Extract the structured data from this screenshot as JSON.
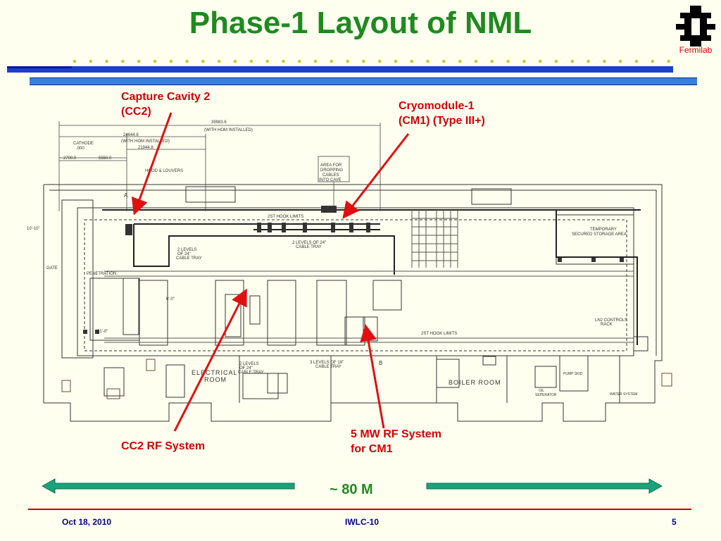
{
  "title": "Phase-1 Layout of NML",
  "logo": {
    "text": "Fermilab",
    "icon": "fermilab-logo-icon"
  },
  "labels": {
    "cc2": [
      "Capture Cavity 2",
      "(CC2)"
    ],
    "cm1": [
      "Cryomodule-1",
      "(CM1) (Type III+)"
    ],
    "cc2_rf": "CC2 RF System",
    "rf5": [
      "5 MW RF System",
      "for CM1"
    ]
  },
  "scale": "~ 80 M",
  "drawing_text": {
    "dim1": "39983.6",
    "dim1b": "(WITH HOM INSTALLED)",
    "dim2": "24644.8",
    "dim2b": "(WITH HOM INSTALLED)",
    "dim3": "21944.8",
    "cathode": "CATHODE",
    "cathode_val": ".000",
    "dim4": "2700.0",
    "dim5": "5550.0",
    "hood": "HOOD & LOUVERS",
    "area": [
      "AREA FOR",
      "DROPPING",
      "CABLES",
      "INTO CAVE"
    ],
    "hook1": "2ST HOOK LIMITS",
    "hook2": "2ST HOOK LIMITS",
    "temp": [
      "TEMPORARY",
      "SECURED STORAGE AREA"
    ],
    "electrical": [
      "ELECTRICAL",
      "ROOM"
    ],
    "boiler": "BOILER ROOM",
    "pump": "PUMP SKID",
    "water": "WATER SYSTEM",
    "oil": [
      "OIL",
      "SEPERATOR"
    ],
    "ln2": [
      "LN2 CONTROLS",
      "RACK"
    ],
    "cable1": [
      "2 LEVELS",
      "OF 24\"",
      "CABLE TRAY"
    ],
    "cable2": [
      "2 LEVELS OF 24\"",
      "CABLE TRAY"
    ],
    "cable3": [
      "3 LEVELS OF 18\"",
      "CABLE TRAY"
    ],
    "cable4": [
      "2 LEVELS",
      "OF 24\"",
      "CABLE TRAY"
    ],
    "penetration": "PENETRATION",
    "gate": "GATE",
    "dim6": "10'-10\"",
    "dim7": "31'-0\"",
    "dim8": "6'-0\"",
    "sec_a": "A",
    "sec_b": "B"
  },
  "footer": {
    "date": "Oct 18, 2010",
    "event": "IWLC-10",
    "page": "5"
  },
  "colors": {
    "title": "#1f8a1f",
    "labels": "#d40000",
    "arrows": "#1aa37a",
    "footer": "#00008b",
    "rule": "#c00000"
  }
}
